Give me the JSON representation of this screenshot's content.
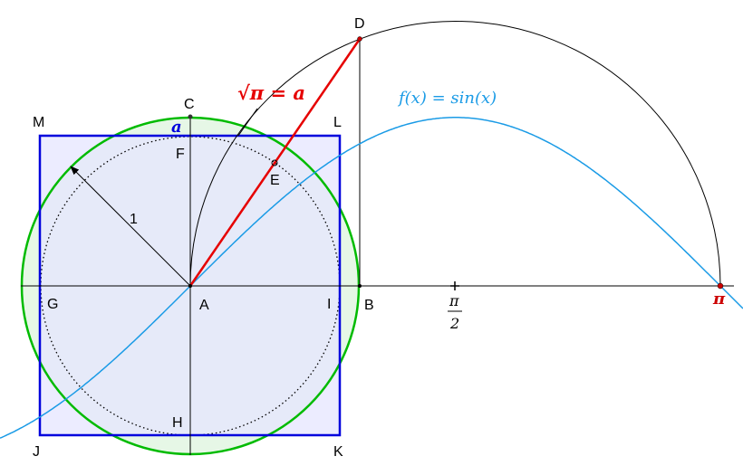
{
  "points": {
    "A": "A",
    "B": "B",
    "C": "C",
    "D": "D",
    "E": "E",
    "F": "F",
    "G": "G",
    "H": "H",
    "I": "I",
    "J": "J",
    "K": "K",
    "L": "L",
    "M": "M"
  },
  "labels": {
    "radius": "1",
    "side": "a",
    "equation": "√π = a",
    "function": "f(x) = sin(x)",
    "half_pi_num": "π",
    "half_pi_den": "2",
    "pi": "π"
  },
  "colors": {
    "square": "#0000dd",
    "circle": "#00bb00",
    "sine": "#1a9be6",
    "red": "#e60000"
  }
}
